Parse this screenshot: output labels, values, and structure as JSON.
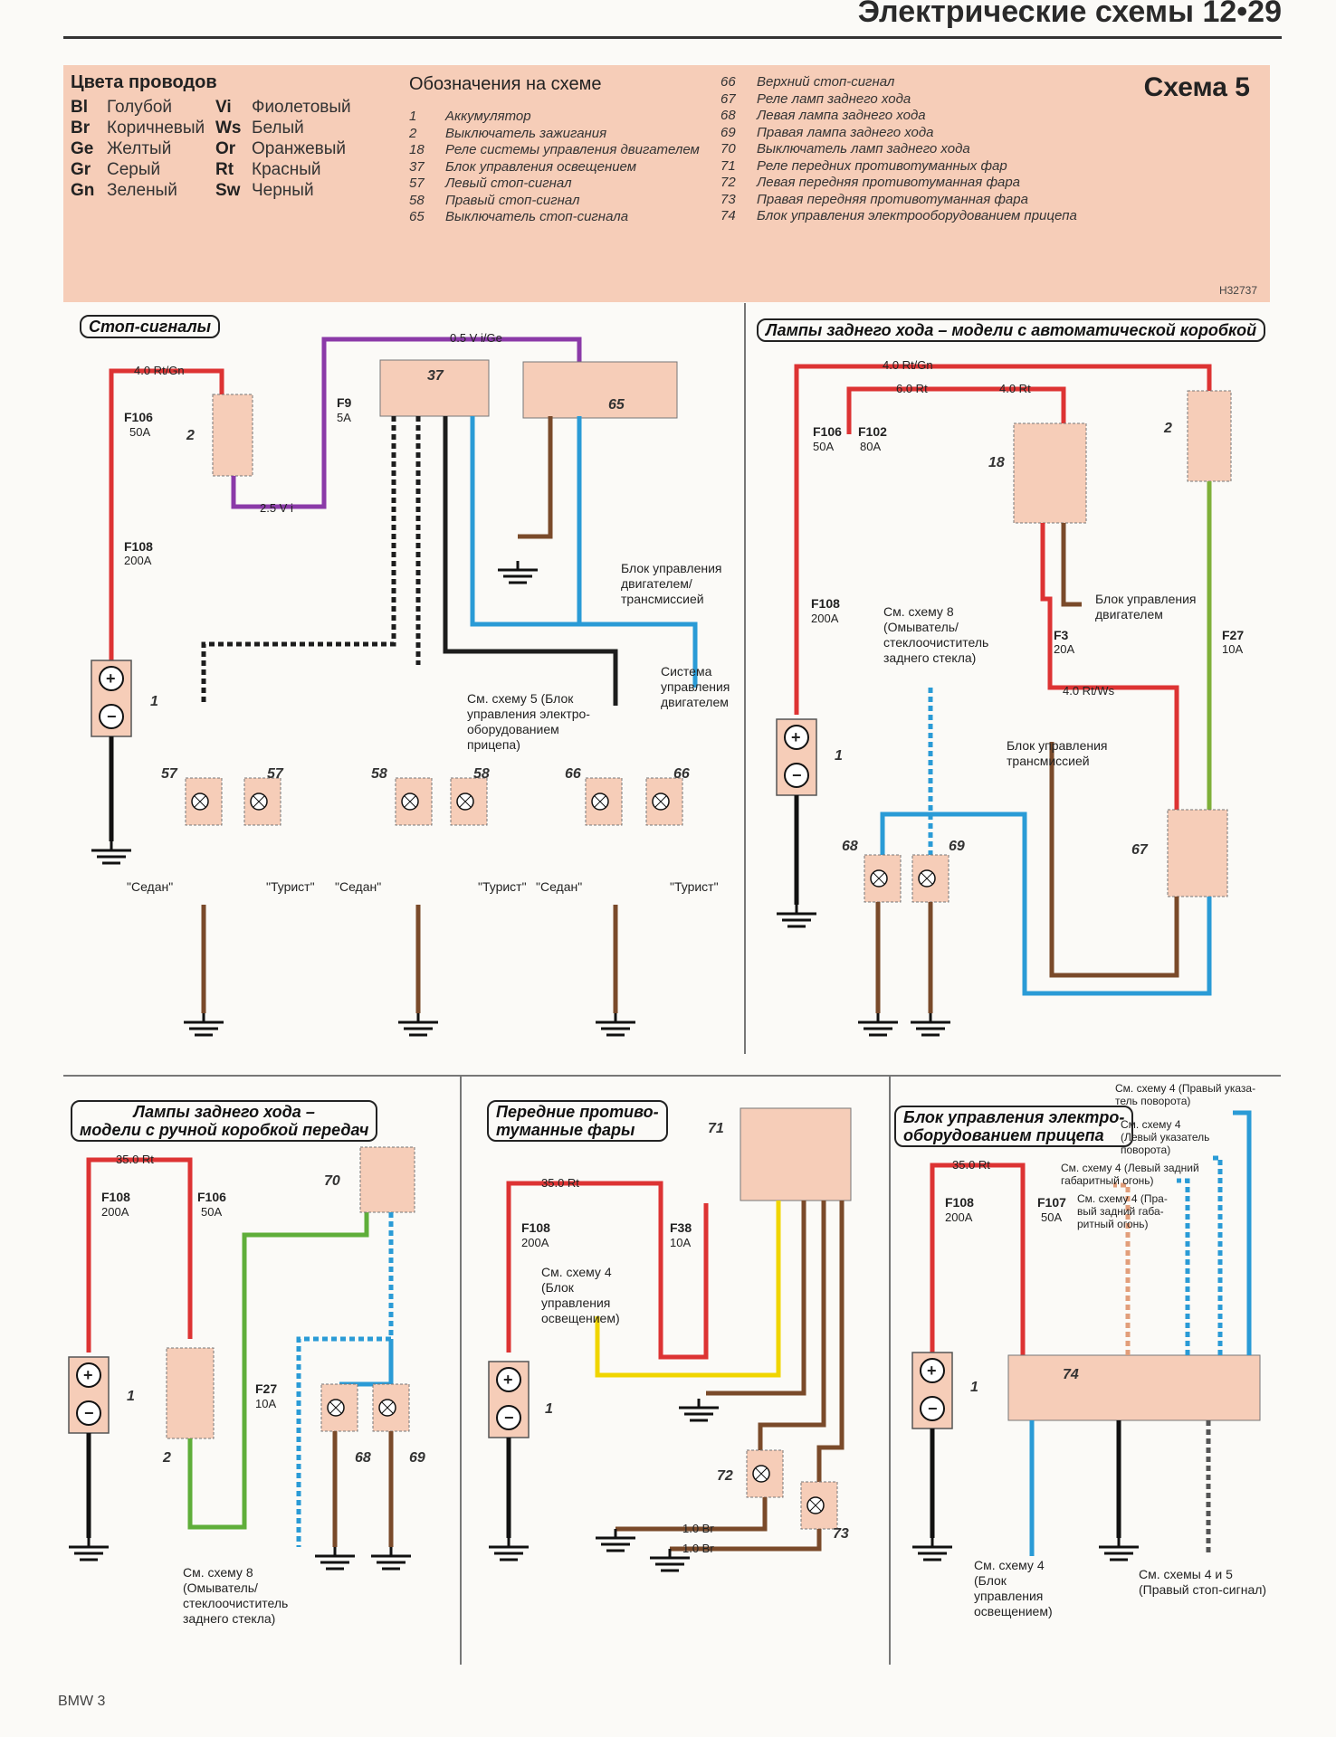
{
  "header": {
    "title": "Электрические схемы 12•29"
  },
  "legend": {
    "colors_heading": "Цвета проводов",
    "colors": [
      {
        "code": "Bl",
        "name": "Голубой"
      },
      {
        "code": "Br",
        "name": "Коричневый"
      },
      {
        "code": "Ge",
        "name": "Желтый"
      },
      {
        "code": "Gr",
        "name": "Серый"
      },
      {
        "code": "Gn",
        "name": "Зеленый"
      },
      {
        "code": "Vi",
        "name": "Фиолетовый"
      },
      {
        "code": "Ws",
        "name": "Белый"
      },
      {
        "code": "Or",
        "name": "Оранжевый"
      },
      {
        "code": "Rt",
        "name": "Красный"
      },
      {
        "code": "Sw",
        "name": "Черный"
      }
    ],
    "items_heading": "Обозначения на схеме",
    "items_left": [
      {
        "n": "1",
        "t": "Аккумулятор"
      },
      {
        "n": "2",
        "t": "Выключатель зажигания"
      },
      {
        "n": "18",
        "t": "Реле системы управления двигателем"
      },
      {
        "n": "37",
        "t": "Блок управления освещением"
      },
      {
        "n": "57",
        "t": "Левый стоп-сигнал"
      },
      {
        "n": "58",
        "t": "Правый стоп-сигнал"
      },
      {
        "n": "65",
        "t": "Выключатель стоп-сигнала"
      }
    ],
    "items_right": [
      {
        "n": "66",
        "t": "Верхний стоп-сигнал"
      },
      {
        "n": "67",
        "t": "Реле ламп заднего хода"
      },
      {
        "n": "68",
        "t": "Левая лампа заднего хода"
      },
      {
        "n": "69",
        "t": "Правая лампа заднего хода"
      },
      {
        "n": "70",
        "t": "Выключатель ламп заднего хода"
      },
      {
        "n": "71",
        "t": "Реле передних противотуманных фар"
      },
      {
        "n": "72",
        "t": "Левая передняя противотуманная фара"
      },
      {
        "n": "73",
        "t": "Правая передняя противотуманная фара"
      },
      {
        "n": "74",
        "t": "Блок управления электрооборудованием прицепа"
      }
    ],
    "scheme": "Схема 5",
    "code": "H32737"
  },
  "panels": {
    "stop": "Стоп-сигналы",
    "reverse_auto": "Лампы заднего хода – модели с автоматической коробкой",
    "reverse_manual_1": "Лампы заднего хода –",
    "reverse_manual_2": "модели с ручной коробкой передач",
    "fog_1": "Передние противо-",
    "fog_2": "туманные фары",
    "trailer_1": "Блок управления электро-",
    "trailer_2": "оборудованием прицепа"
  },
  "notes": {
    "engine_trans": "Блок управления двигателем/ трансмиссией",
    "engine_sys": "Система управления двигателем",
    "see5": "См. схему 5 (Блок управления электро- оборудованием прицепа)",
    "sedan": "\"Седан\"",
    "tourist": "\"Турист\"",
    "see8": "См. схему 8 (Омыватель/ стеклоочиститель заднего стекла)",
    "engine_unit": "Блок управления двигателем",
    "trans_unit": "Блок управления трансмиссией",
    "see4_light": "См. схему 4 (Блок управления освещением)",
    "see4_right_turn": "См. схему 4 (Правый указа- тель поворота)",
    "see4_left_turn": "См. схему 4 (Левый указатель поворота)",
    "see4_left_tail": "См. схему 4 (Левый задний габаритный огонь)",
    "see4_right_tail": "См. схему 4 (Пра- вый задний габа- ритный огонь)",
    "see45": "См. схемы 4 и 5 (Правый стоп-сигнал)"
  },
  "footer": "BMW 3"
}
